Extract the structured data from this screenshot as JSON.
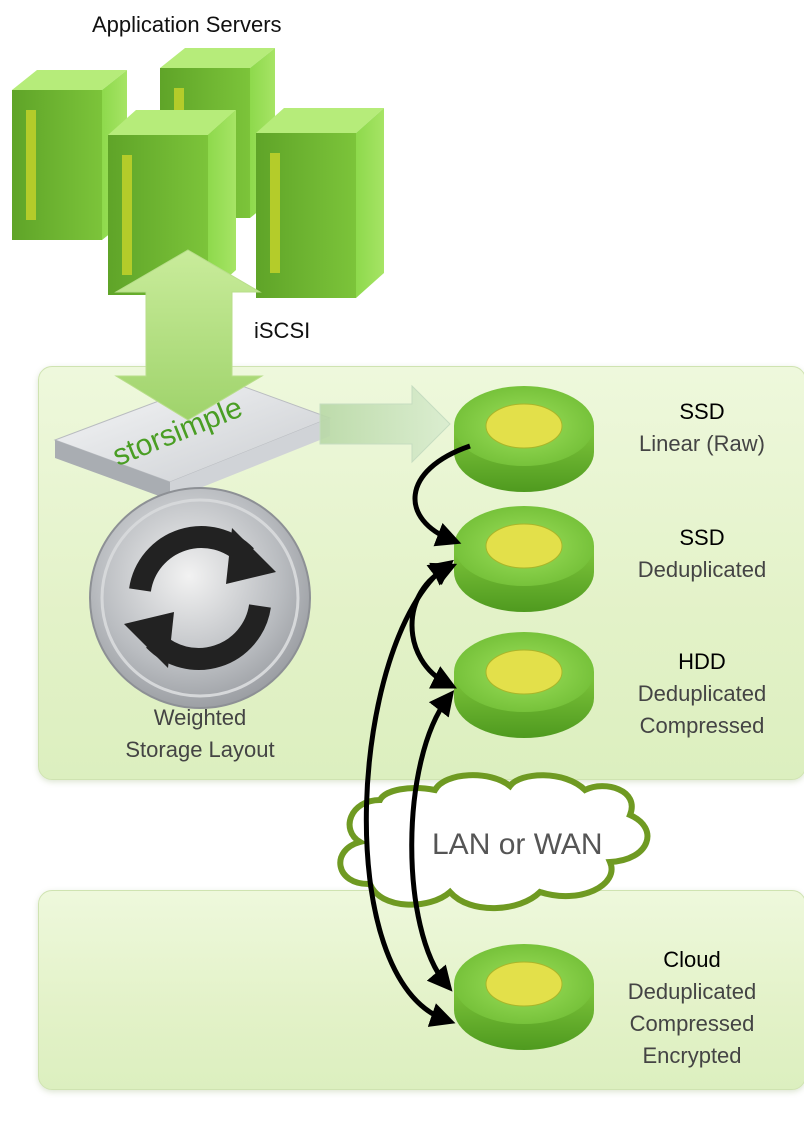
{
  "title": "Application Servers",
  "protocol_label": "iSCSI",
  "device_brand": "storsimple",
  "layout_label": {
    "line1": "Weighted",
    "line2": "Storage Layout"
  },
  "network_label": "LAN or WAN",
  "tiers": [
    {
      "name": "SSD",
      "desc1": "Linear (Raw)",
      "desc2": "",
      "desc3": ""
    },
    {
      "name": "SSD",
      "desc1": "Deduplicated",
      "desc2": "",
      "desc3": ""
    },
    {
      "name": "HDD",
      "desc1": "Deduplicated",
      "desc2": "Compressed",
      "desc3": ""
    },
    {
      "name": "Cloud",
      "desc1": "Deduplicated",
      "desc2": "Compressed",
      "desc3": "Encrypted"
    }
  ],
  "colors": {
    "server_green": "#8fd24a",
    "disk_green": "#7cc63a",
    "disk_center": "#e3e04a",
    "panel_bg": "#e6f3cf",
    "cloud_stroke": "#6f9a22"
  },
  "icons": [
    "server-icon",
    "storage-appliance-icon",
    "sync-icon",
    "disk-icon",
    "cloud-icon"
  ]
}
